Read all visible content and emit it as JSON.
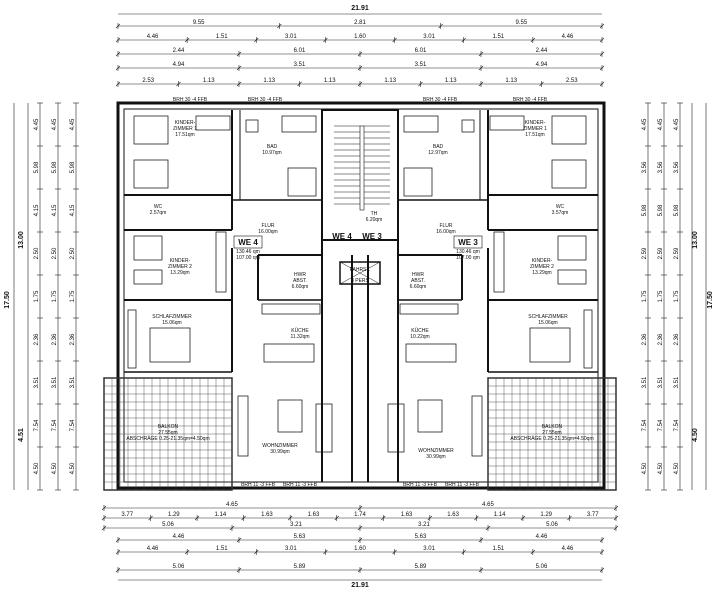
{
  "overall": {
    "width_total": "21.91",
    "depth_total": "17.50",
    "depth_core": "13.00",
    "balcony_depth_left": "4.51",
    "balcony_depth_right": "4.50"
  },
  "top_dims": {
    "row1": [
      "9.55",
      "2.81",
      "9.55"
    ],
    "row2": [
      "4.46",
      "1.51",
      "3.01",
      "1.60",
      "3.01",
      "1.51",
      "4.46"
    ],
    "row3": [
      "2.44",
      "6.01",
      "6.01",
      "2.44"
    ],
    "row4": [
      "4.94",
      "3.51",
      "3.51",
      "4.94"
    ],
    "row5": [
      "2.53",
      "1.13",
      "1.13",
      "1.13",
      "1.13",
      "1.13",
      "1.13",
      "2.53"
    ],
    "openings": [
      "BRH 30 -4 FFB",
      "BRH 30 -4 FFB",
      "BRH 30 -4 FFB",
      "BRH 30 -4 FFB"
    ]
  },
  "bottom_dims": {
    "row1": [
      "4.65",
      "4.65"
    ],
    "row2": [
      "3.77",
      "1.29",
      "1.14",
      "1.63",
      "1.63",
      "1.74",
      "1.63",
      "1.63",
      "1.14",
      "1.29",
      "3.77"
    ],
    "row3": [
      "5.06",
      "3.21",
      "3.21",
      "5.06"
    ],
    "row4": [
      "4.46",
      "5.63",
      "5.63",
      "4.46"
    ],
    "row5": [
      "4.46",
      "1.51",
      "3.01",
      "1.60",
      "3.01",
      "1.51",
      "4.46"
    ],
    "row6": [
      "5.06",
      "5.89",
      "5.89",
      "5.06"
    ],
    "total": "21.91",
    "openings": [
      "BRH 11 -3 FFB",
      "BRH 11 -3 FFB",
      "BRH 11 -3 FFB",
      "BRH 11 -3 FFB"
    ]
  },
  "side_dims_left": [
    "4.45",
    "5.98",
    "4.15",
    "2.50",
    "1.75",
    "2.36",
    "3.51",
    "7.54",
    "4.50"
  ],
  "side_dims_right": [
    "4.45",
    "3.56",
    "5.98",
    "2.59",
    "1.75",
    "2.36",
    "3.51",
    "7.54",
    "4.50"
  ],
  "units": [
    {
      "label": "WE 4",
      "area": "130.46 qm",
      "sub": "107.00 qm"
    },
    {
      "label": "WE 3",
      "area": "130.46 qm",
      "sub": "107.00 qm"
    }
  ],
  "rooms_left": [
    {
      "name": "KINDER-",
      "name2": "ZIMMER 1",
      "area": "17.51qm"
    },
    {
      "name": "BAD",
      "name2": "",
      "area": "10.97qm"
    },
    {
      "name": "WC",
      "name2": "",
      "area": "2.57qm"
    },
    {
      "name": "FLUR",
      "name2": "",
      "area": "16.00qm"
    },
    {
      "name": "KINDER-",
      "name2": "ZIMMER 2",
      "area": "13.29qm"
    },
    {
      "name": "HWR",
      "name2": "ABST.",
      "area": "6.60qm"
    },
    {
      "name": "SCHLAFZIMMER",
      "name2": "",
      "area": "15.06qm"
    },
    {
      "name": "KÜCHE",
      "name2": "",
      "area": "11.32qm"
    },
    {
      "name": "WOHNZIMMER",
      "name2": "",
      "area": "30.99qm"
    },
    {
      "name": "BALKON",
      "name2": "",
      "area": "27.55qm"
    }
  ],
  "rooms_right": [
    {
      "name": "KINDER-",
      "name2": "ZIMMER 1",
      "area": "17.51qm"
    },
    {
      "name": "BAD",
      "name2": "",
      "area": "12.97qm"
    },
    {
      "name": "WC",
      "name2": "",
      "area": "3.57qm"
    },
    {
      "name": "FLUR",
      "name2": "",
      "area": "16.00qm"
    },
    {
      "name": "KINDER-",
      "name2": "ZIMMER 2",
      "area": "13.29qm"
    },
    {
      "name": "HWR",
      "name2": "ABST.",
      "area": "6.60qm"
    },
    {
      "name": "SCHLAFZIMMER",
      "name2": "",
      "area": "15.06qm"
    },
    {
      "name": "KÜCHE",
      "name2": "",
      "area": "10.22qm"
    },
    {
      "name": "WOHNZIMMER",
      "name2": "",
      "area": "30.99qm"
    },
    {
      "name": "BALKON",
      "name2": "",
      "area": "27.55qm"
    }
  ],
  "stair": {
    "name": "TH",
    "area": "6.20qm"
  },
  "lift": {
    "name": "FAHRST.",
    "sub": "8 PERS"
  },
  "balcony_note": "ABSCHRÄGE 0.25-21.35qm=4.50qm"
}
